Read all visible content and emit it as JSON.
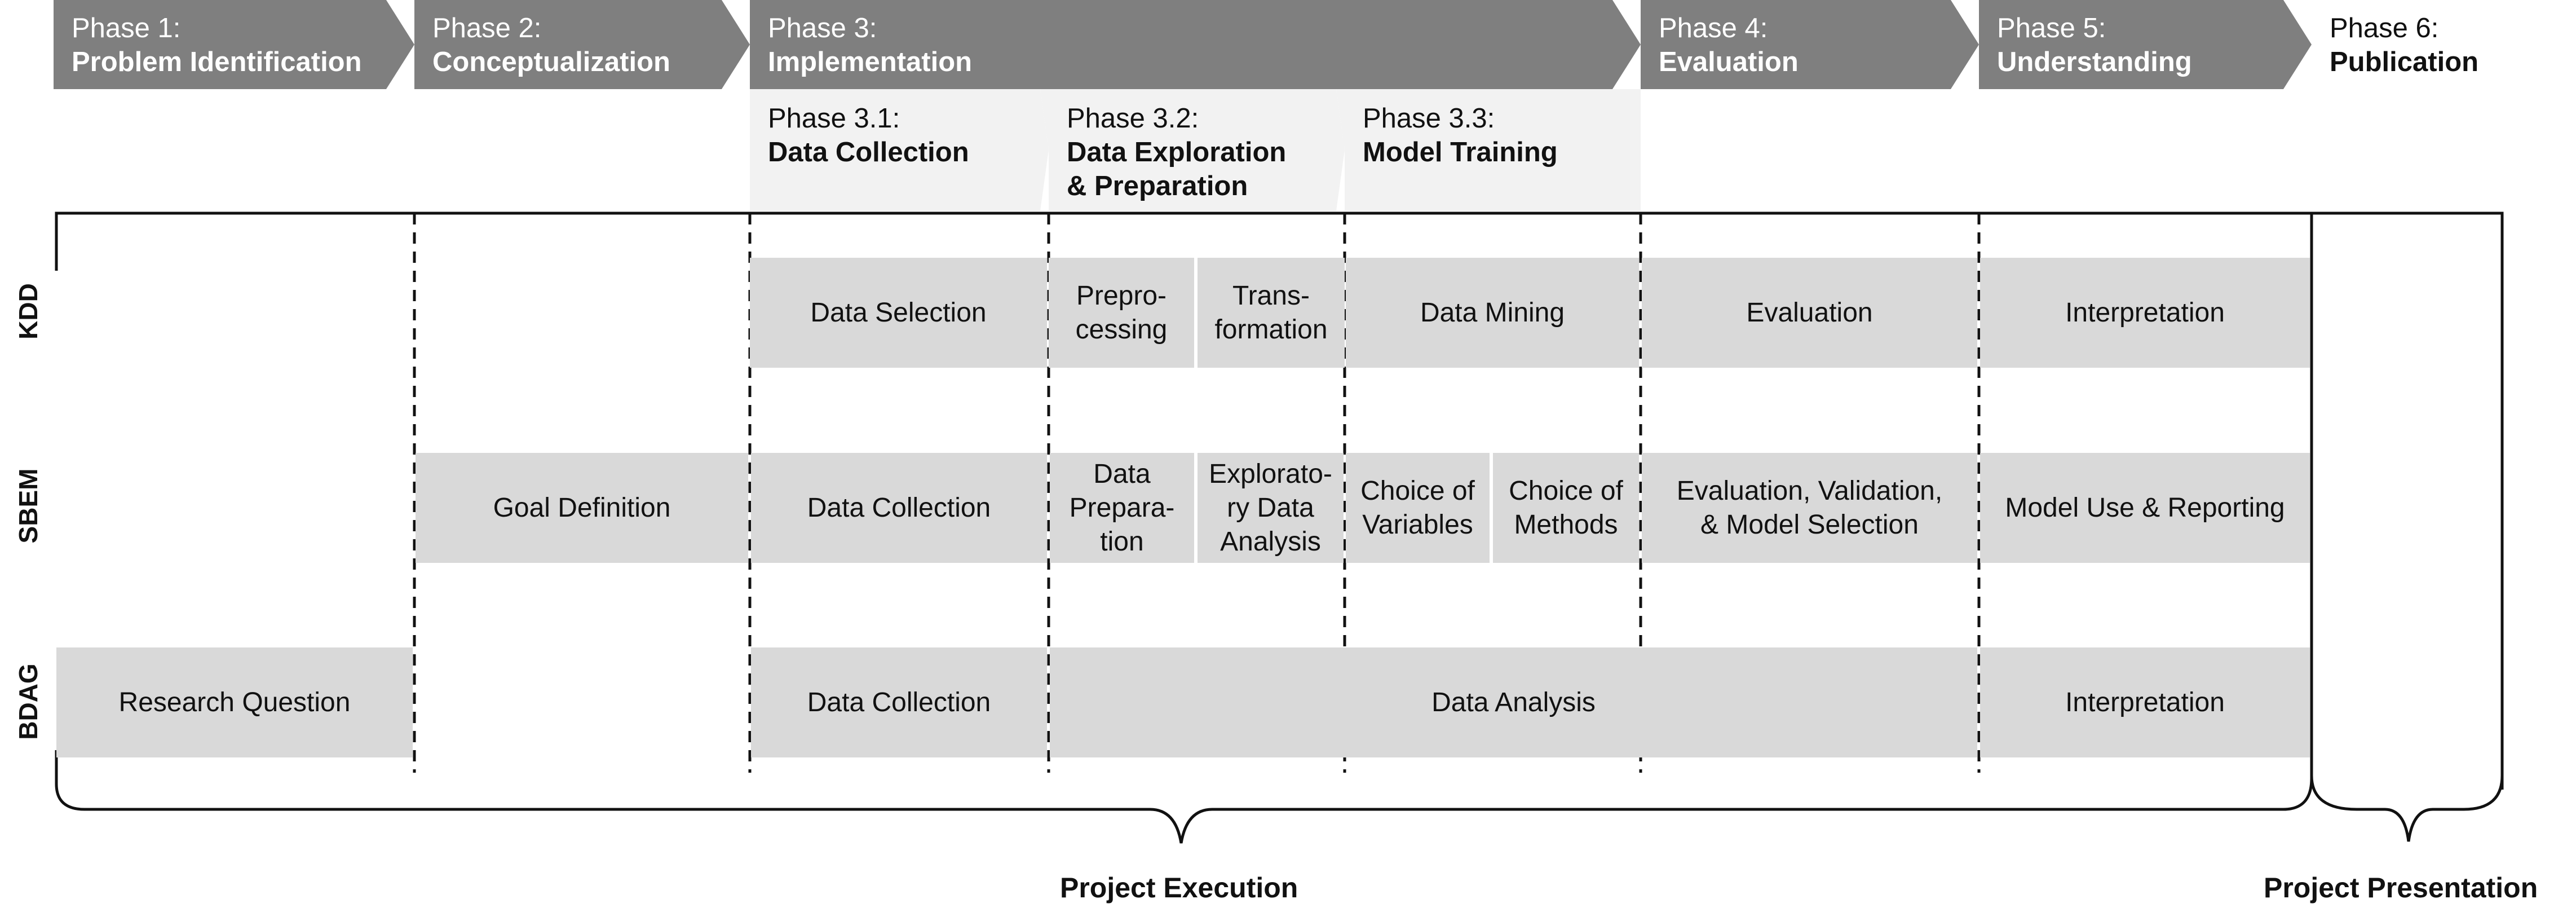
{
  "phases": [
    {
      "num": "Phase 1:",
      "name": "Problem Identification"
    },
    {
      "num": "Phase 2:",
      "name": "Conceptualization"
    },
    {
      "num": "Phase 3:",
      "name": "Implementation"
    },
    {
      "num": "Phase 4:",
      "name": "Evaluation"
    },
    {
      "num": "Phase 5:",
      "name": "Understanding"
    },
    {
      "num": "Phase 6:",
      "name": "Publication"
    }
  ],
  "subphases": [
    {
      "num": "Phase 3.1:",
      "name": "Data Collection"
    },
    {
      "num": "Phase 3.2:",
      "name": "Data Exploration\n& Preparation"
    },
    {
      "num": "Phase 3.3:",
      "name": "Model Training"
    }
  ],
  "rows": {
    "kdd": {
      "label": "KDD",
      "cells": [
        "Data Selection",
        "Prepro-\ncessing",
        "Trans-\nformation",
        "Data Mining",
        "Evaluation",
        "Interpretation"
      ]
    },
    "sbem": {
      "label": "SBEM",
      "cells": [
        "Goal Definition",
        "Data Collection",
        "Data\nPrepara-\ntion",
        "Explorato-\nry Data\nAnalysis",
        "Choice of\nVariables",
        "Choice of\nMethods",
        "Evaluation, Validation,\n& Model Selection",
        "Model Use & Reporting"
      ]
    },
    "bdag": {
      "label": "BDAG",
      "cells": [
        "Research Question",
        "Data Collection",
        "Data Analysis",
        "Interpretation"
      ]
    }
  },
  "brackets": {
    "execution": "Project Execution",
    "presentation": "Project Presentation"
  },
  "colors": {
    "phase_arrow": "#7f7f7f",
    "subphase_bg": "#f2f2f2",
    "cell_bg": "#d9d9d9"
  }
}
